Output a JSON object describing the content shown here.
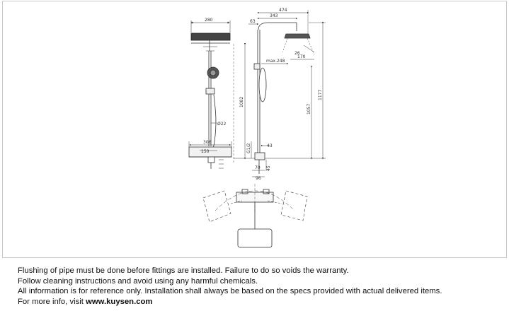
{
  "dimensions": {
    "d280": "280",
    "d474": "474",
    "d343": "343",
    "d63": "63",
    "d26": "26",
    "d170": "170",
    "dmax248": "max.248",
    "d1082": "1082",
    "d1057": "1057",
    "d1177": "1177",
    "d22": "Ø22",
    "d306": "306",
    "d150": "150",
    "d12": "G1/2",
    "d43": "43",
    "d70": "70",
    "d96": "96",
    "d45": "45"
  },
  "notes": {
    "line1": "Flushing of pipe must be done before fittings are installed. Failure to do so voids the warranty.",
    "line2": "Follow cleaning instructions and avoid using any harmful chemicals.",
    "line3": "All information is for reference only. Installation shall always be based on the specs provided with actual delivered items.",
    "line4_prefix": "For more info, visit",
    "line4_link": "www.kuysen.com"
  }
}
